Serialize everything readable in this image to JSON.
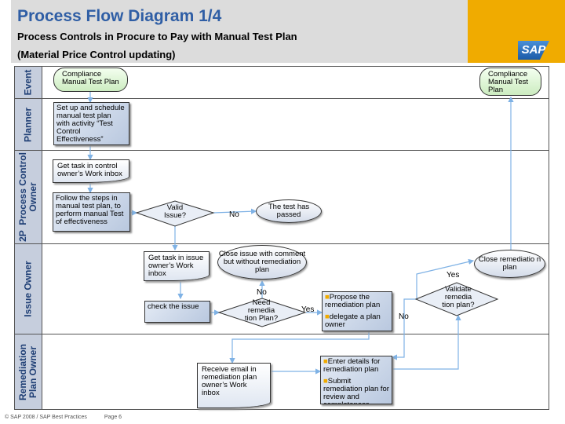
{
  "header": {
    "title": "Process Flow Diagram 1/4",
    "subtitle1": "Process Controls in Procure to Pay with Manual Test Plan",
    "subtitle2": "(Material Price Control updating)",
    "logo_text": "SAP"
  },
  "lanes": {
    "event": "Event",
    "planner": "Planner",
    "pco": "2P  Process Control\nOwner",
    "issue": "Issue Owner",
    "rem": "Remediation\nPlan Owner"
  },
  "nodes": {
    "start_terminal": "Compliance Manual Test Plan",
    "end_terminal": "Compliance Manual Test Plan",
    "planner_setup": "Set up and schedule manual test plan with activity “Test Control Effectiveness”",
    "pco_get_task": "Get task in control owner’s Work inbox",
    "pco_follow_steps": "Follow the steps in manual test plan, to perform manual Test of effectiveness",
    "valid_issue": "Valid Issue?",
    "test_passed": "The test has passed",
    "issue_get_task": "Get task in issue owner’s Work inbox",
    "close_issue": "Close issue with comment but without remediation plan",
    "check_issue": "check the issue",
    "need_remediation": "Need remedia tion Plan?",
    "propose_remediation": "Propose the remediation plan",
    "delegate_plan": "delegate a plan owner",
    "validate_remediation": "Validate remedia tion plan?",
    "close_remediation": "Close remediatio n plan",
    "receive_email": "Receive email in remediation plan owner’s Work inbox",
    "enter_details": "Enter details for remediation plan",
    "submit_plan": "Submit remediation plan for review and completeness"
  },
  "edge_labels": {
    "no_valid": "No",
    "no_need": "No",
    "yes_need": "Yes",
    "yes_validate": "Yes",
    "no_validate": "No"
  },
  "footer": {
    "copyright": "© SAP 2008 / SAP Best Practices",
    "page": "Page 6"
  },
  "colors": {
    "title": "#2f5ea5",
    "brand": "#f0ab00",
    "lane_label_bg": "#c6cedd",
    "arrow": "#7fb2e5"
  }
}
